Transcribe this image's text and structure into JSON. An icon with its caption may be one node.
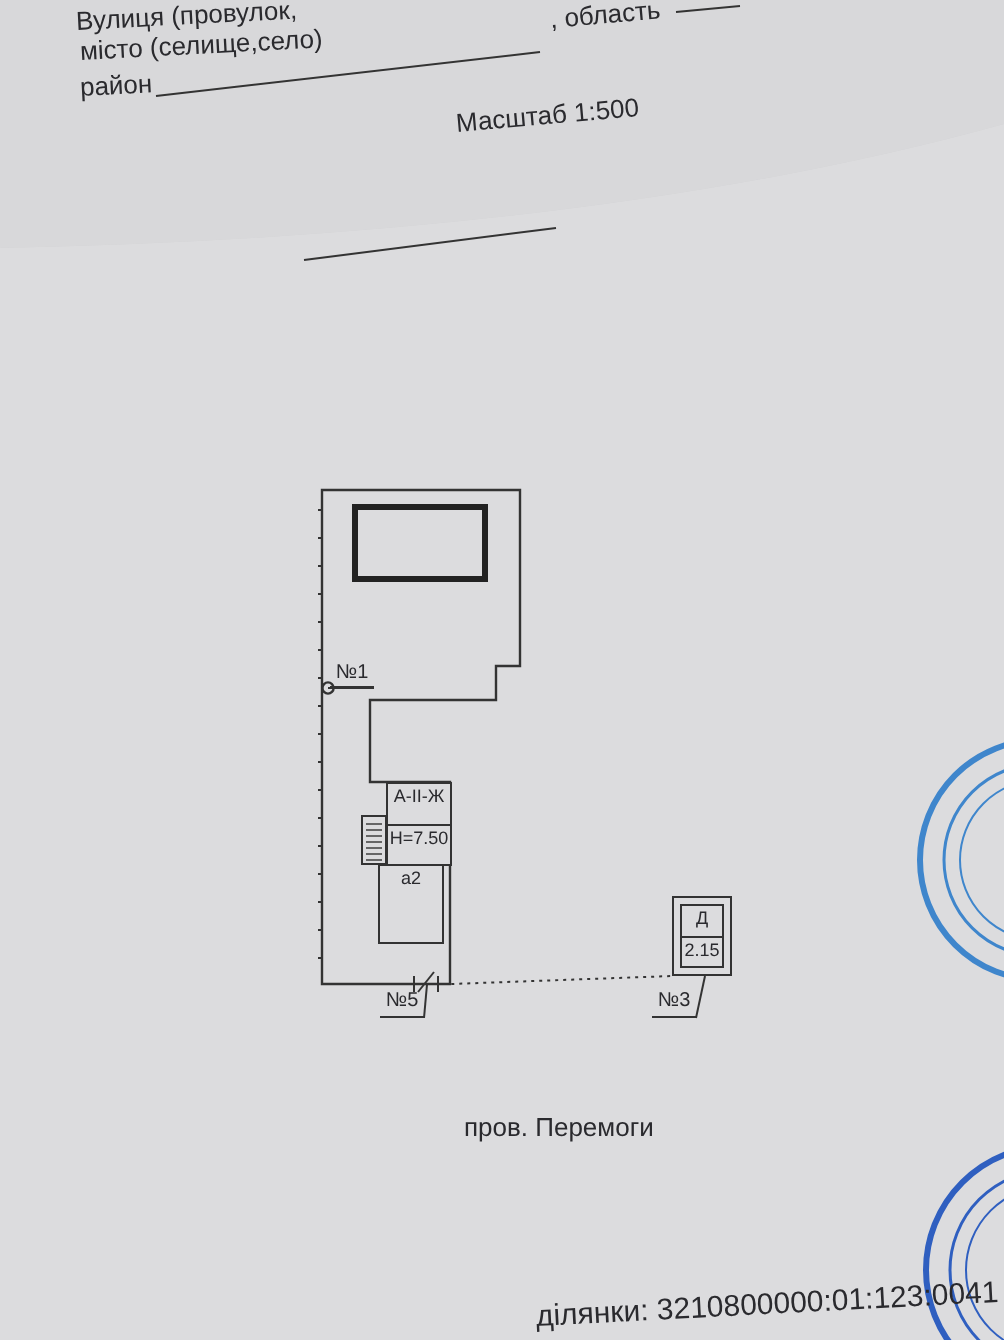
{
  "diagram": {
    "nodes": [
      {
        "text": [],
        "shape": "box"
      },
      {
        "text": [],
        "shape": "box",
        "in": 0
      },
      {
        "text": [
          "А-ІІ-Ж",
          "Н=7.50"
        ],
        "in": 0
      },
      {
        "text": [
          "а2"
        ],
        "in": 0
      },
      {
        "text": [
          "Д",
          "2.15"
        ]
      },
      {
        "text": [
          "№1"
        ],
        "in": 0
      },
      {
        "text": [
          "№5"
        ]
      },
      {
        "text": [
          "№3"
        ]
      }
    ],
    "edges": [
      {
        "from": 0,
        "to": 4,
        "arrow": "none",
        "style": "dashed"
      },
      {
        "from": 5,
        "to": 0,
        "arrow": "other"
      },
      {
        "from": 6,
        "to": 0,
        "arrow": "none"
      },
      {
        "from": 7,
        "to": 4,
        "arrow": "none"
      }
    ],
    "labels": [
      "Вулиця (провулок,",
      ", область",
      "місто (селище,село)",
      "район",
      "Масштаб 1:500",
      "пров. Перемоги",
      "ділянки: 3210800000:01:123:0041"
    ]
  }
}
